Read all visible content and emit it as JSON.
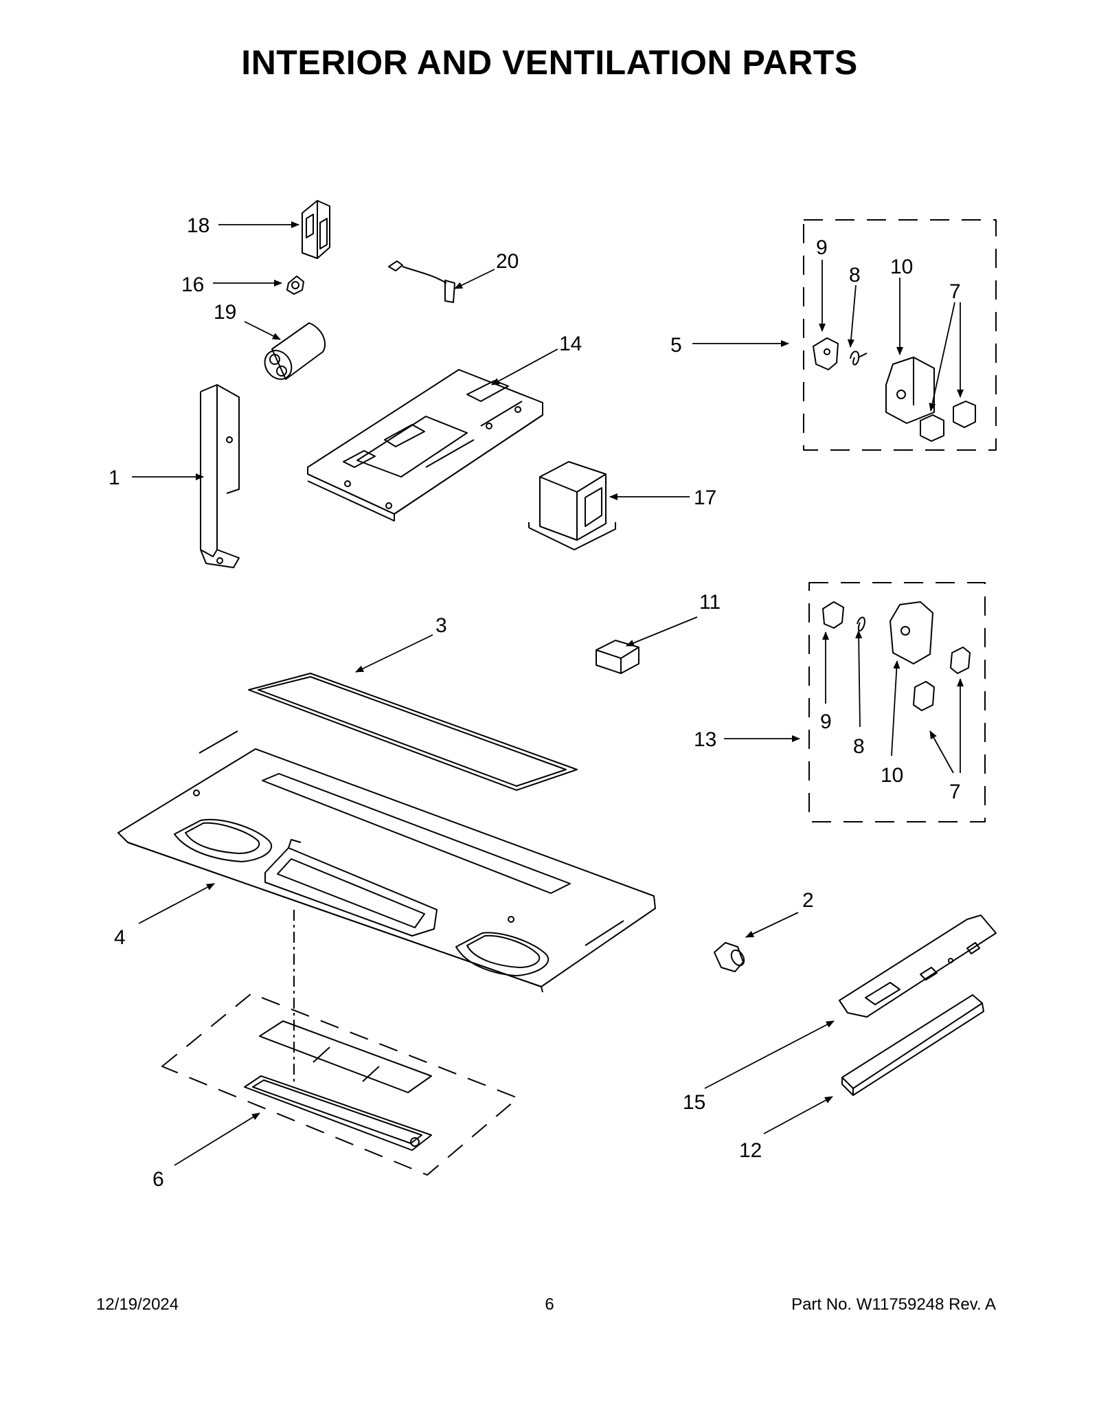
{
  "title": "INTERIOR AND VENTILATION PARTS",
  "callouts": {
    "c1": "1",
    "c2": "2",
    "c3": "3",
    "c4": "4",
    "c5": "5",
    "c6": "6",
    "c7a": "7",
    "c7b": "7",
    "c8a": "8",
    "c8b": "8",
    "c9a": "9",
    "c9b": "9",
    "c10a": "10",
    "c10b": "10",
    "c11": "11",
    "c12": "12",
    "c13": "13",
    "c14": "14",
    "c15": "15",
    "c16": "16",
    "c17": "17",
    "c18": "18",
    "c19": "19",
    "c20": "20"
  },
  "footer": {
    "date": "12/19/2024",
    "page": "6",
    "part_no": "Part No.  W11759248   Rev.  A"
  }
}
